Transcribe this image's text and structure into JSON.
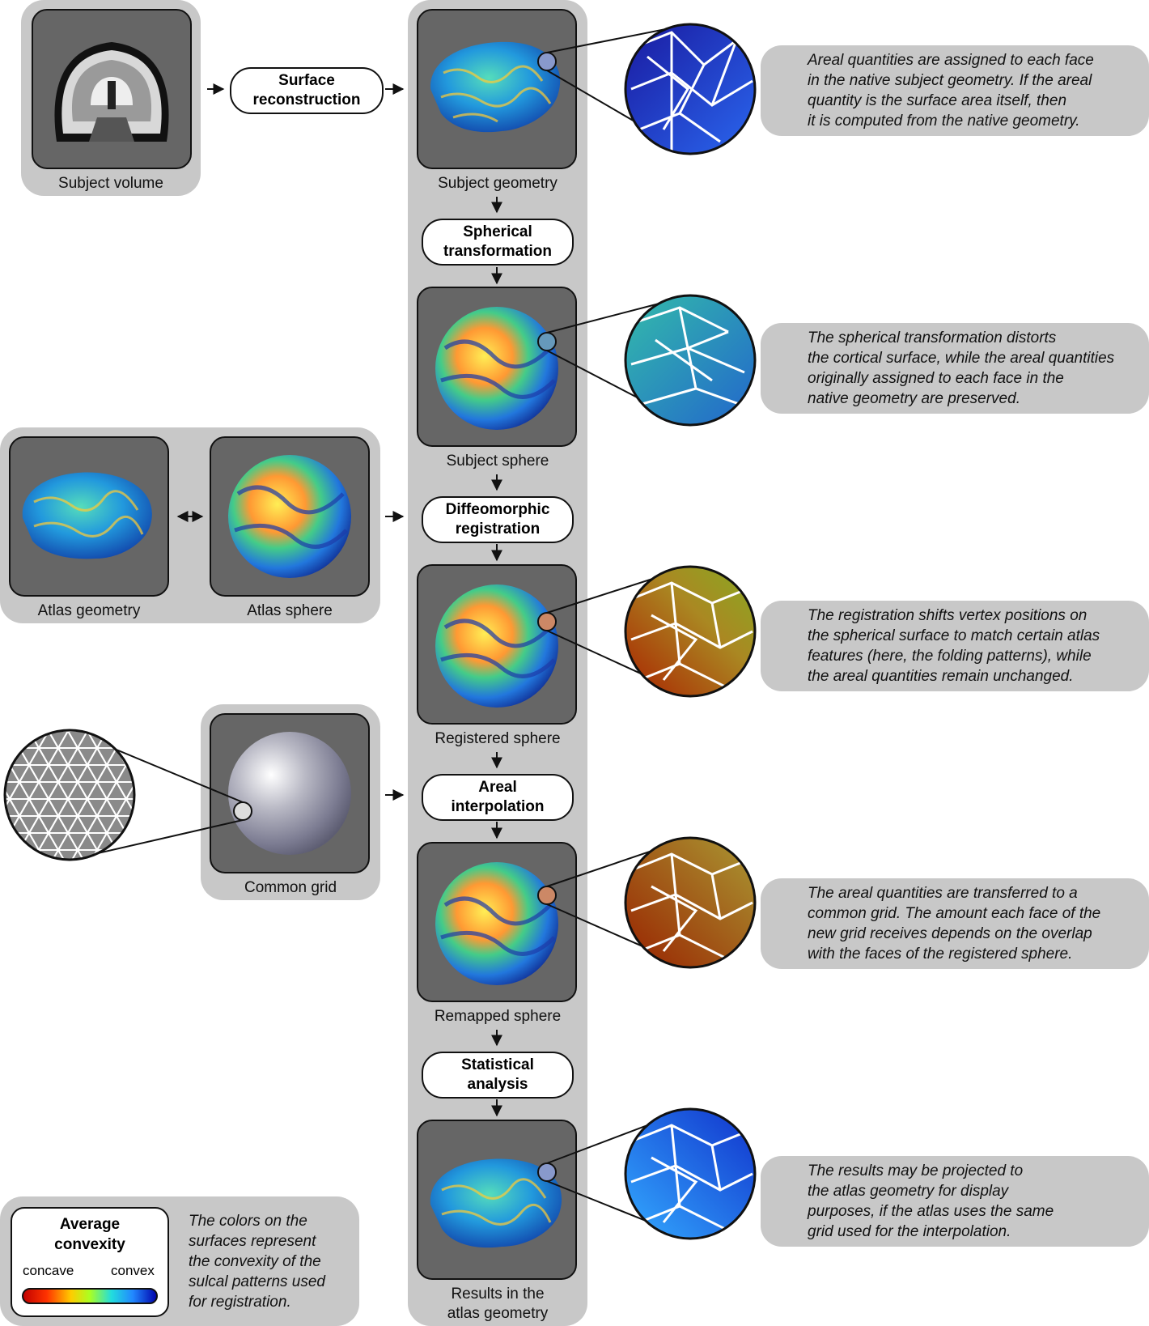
{
  "panels": {
    "subject_volume": "Subject volume",
    "subject_geometry": "Subject geometry",
    "subject_sphere": "Subject sphere",
    "atlas_geometry": "Atlas geometry",
    "atlas_sphere": "Atlas sphere",
    "registered_sphere": "Registered sphere",
    "common_grid": "Common grid",
    "remapped_sphere": "Remapped sphere",
    "results_line1": "Results in the",
    "results_line2": "atlas geometry"
  },
  "steps": {
    "surface_reconstruction": [
      "Surface",
      "reconstruction"
    ],
    "spherical_transformation": [
      "Spherical",
      "transformation"
    ],
    "diffeomorphic_registration": [
      "Diffeomorphic",
      "registration"
    ],
    "areal_interpolation": [
      "Areal",
      "interpolation"
    ],
    "statistical_analysis": [
      "Statistical",
      "analysis"
    ]
  },
  "notes": {
    "note1": [
      "Areal quantities are assigned to each face",
      "in the native subject geometry. If the areal",
      "quantity is the surface area itself, then",
      "it is computed from the native geometry."
    ],
    "note2": [
      "The spherical transformation distorts",
      "the cortical surface, while the areal quantities",
      "originally assigned to each face in the",
      "native geometry are preserved."
    ],
    "note3": [
      "The registration shifts vertex positions on",
      "the spherical surface to match certain atlas",
      "features (here, the folding patterns), while",
      "the areal quantities remain unchanged."
    ],
    "note4": [
      "The areal quantities are transferred to a",
      "common grid. The amount each face of the",
      "new grid receives depends on the overlap",
      "with the faces of the registered sphere."
    ],
    "note5": [
      "The results may be projected to",
      "the atlas geometry for display",
      "purposes, if the atlas uses the same",
      "grid used for the interpolation."
    ]
  },
  "legend": {
    "title": [
      "Average",
      "convexity"
    ],
    "low": "concave",
    "high": "convex",
    "description": [
      "The colors on the",
      "surfaces represent",
      "the convexity of the",
      "sulcal patterns used",
      "for registration."
    ]
  },
  "colors": {
    "panel_bg": "#c8c8c8",
    "image_bg": "#666666",
    "gradient": [
      "#c00000",
      "#ff3300",
      "#ffcc00",
      "#aaff22",
      "#22dddd",
      "#2288ff",
      "#0000aa"
    ]
  }
}
